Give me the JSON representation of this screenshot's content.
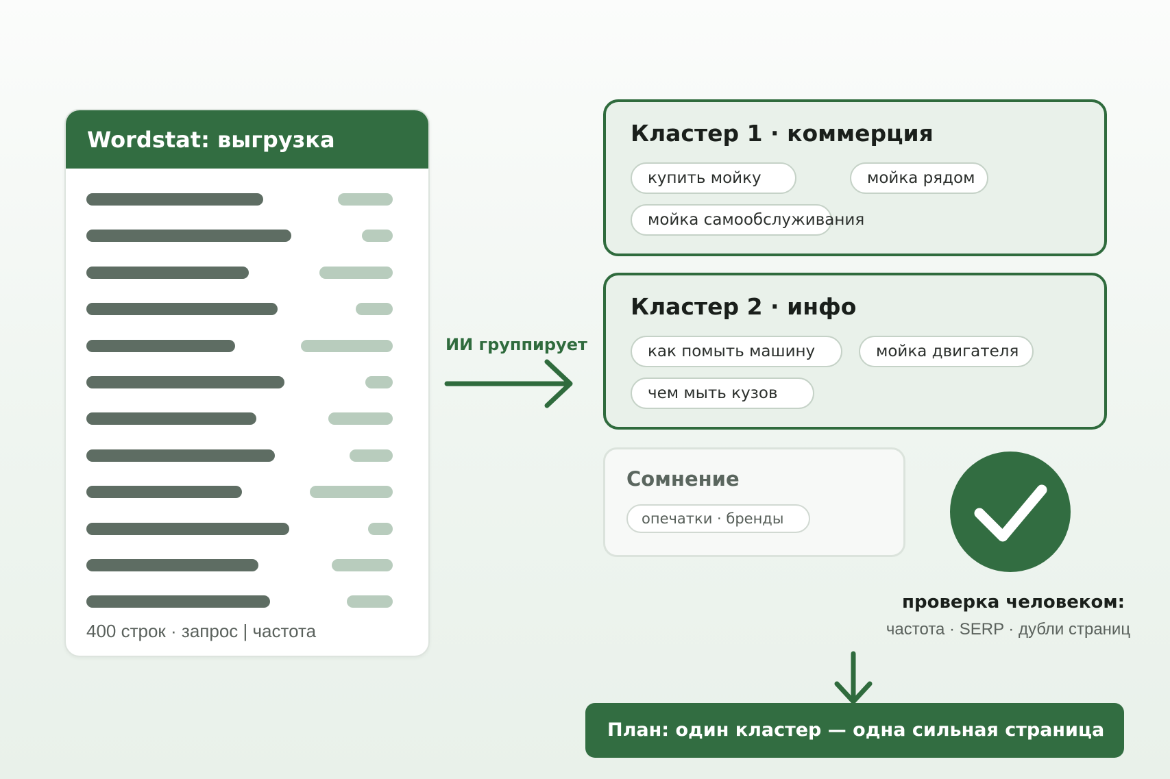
{
  "wordstat": {
    "title": "Wordstat: выгрузка",
    "footer": "400 строк · запрос | частота",
    "rows": [
      {
        "query": 0.75,
        "freq": 0.18
      },
      {
        "query": 0.87,
        "freq": 0.1
      },
      {
        "query": 0.69,
        "freq": 0.24
      },
      {
        "query": 0.81,
        "freq": 0.12
      },
      {
        "query": 0.63,
        "freq": 0.3
      },
      {
        "query": 0.84,
        "freq": 0.09
      },
      {
        "query": 0.72,
        "freq": 0.21
      },
      {
        "query": 0.8,
        "freq": 0.14
      },
      {
        "query": 0.66,
        "freq": 0.27
      },
      {
        "query": 0.86,
        "freq": 0.08
      },
      {
        "query": 0.73,
        "freq": 0.2
      },
      {
        "query": 0.78,
        "freq": 0.15
      }
    ]
  },
  "arrow": {
    "label": "ИИ группирует"
  },
  "clusters": [
    {
      "title": "Кластер 1 · коммерция",
      "chips": [
        "купить мойку",
        "мойка рядом",
        "мойка самообслуживания"
      ]
    },
    {
      "title": "Кластер 2 · инфо",
      "chips": [
        "как помыть машину",
        "мойка двигателя",
        "чем мыть кузов"
      ]
    }
  ],
  "doubt": {
    "title": "Сомнение",
    "chip": "опечатки · бренды"
  },
  "review": {
    "title": "проверка человеком:",
    "subtitle": "частота · SERP · дубли страниц"
  },
  "plan": {
    "label": "План: один кластер — одна сильная страница"
  },
  "colors": {
    "primary": "#326d41",
    "cluster_bg": "#e9f1ea",
    "bar_query": "#5e6d63",
    "bar_freq": "#b8ccbd"
  },
  "icons": {
    "check": "check-icon",
    "arrow_right": "arrow-right-icon",
    "arrow_down": "arrow-down-icon"
  }
}
